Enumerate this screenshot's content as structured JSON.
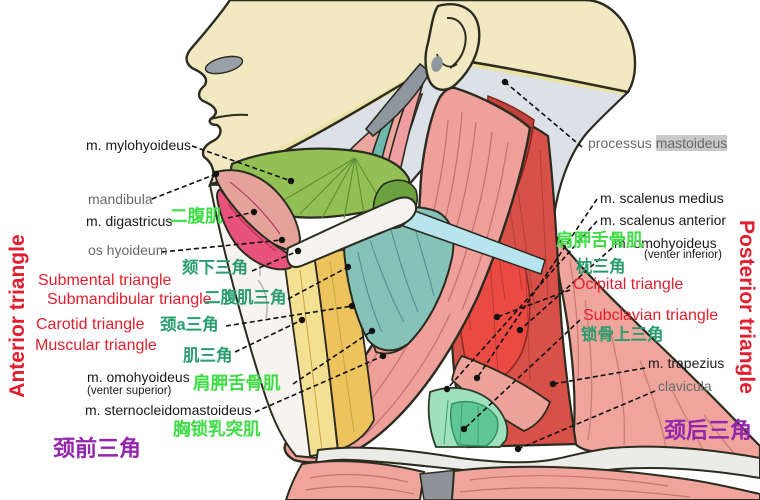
{
  "figure": {
    "subject": "Triangles of the neck — lateral anatomical diagram",
    "colors": {
      "label_black": "#1a1a1a",
      "label_gray": "#6a6a6a",
      "label_red": "#e11f2e",
      "label_teal": "#2a9d6f",
      "label_green": "#3fdd45",
      "label_purple": "#9326ad",
      "mastoideus_highlight": "#c9c9c9",
      "skin_cream": "#f2e9c2",
      "bone_gray": "#dce0e7",
      "scm_pink": "#efa09a",
      "deep_red": "#d85149",
      "mylohyoid_green": "#93c055",
      "omohyoid_teal": "#85c2ba",
      "strap_gold": "#edc35d",
      "subclavian_mint": "#9fe0bd"
    }
  },
  "labels": {
    "left": {
      "mylohyoideus": "m. mylohyoideus",
      "mandibula": "mandibula",
      "digastricus": "m. digastricus",
      "digastricus_zh": "二腹肌",
      "os_hyoideum": "os hyoideum",
      "submental": "Submental triangle",
      "submental_zh": "颏下三角",
      "submandibular": "Submandibular triangle",
      "submandibular_zh": "二腹肌三角",
      "carotid": "Carotid triangle",
      "carotid_zh": "颈a三角",
      "muscular": "Muscular triangle",
      "muscular_zh": "肌三角",
      "omohyoideus": "m. omohyoideus",
      "omohyoideus_sub": "(venter superior)",
      "omohyoideus_zh": "肩胛舌骨肌",
      "sternocleidomastoideus": "m. sternocleidomastoideus",
      "sternocleidomastoideus_zh": "胸锁乳突肌",
      "anterior_triangle_zh": "颈前三角",
      "anterior_triangle_vertical": "Anterior triangle"
    },
    "right": {
      "processus": "processus",
      "mastoideus": "mastoideus",
      "scalenus_medius": "m. scalenus medius",
      "scalenus_anterior": "m. scalenus anterior",
      "omohyoideus_zh": "肩胛舌骨肌",
      "omohyoideus": "m. omohyoideus",
      "omohyoideus_sub": "(venter inferior)",
      "occipital_zh": "枕三角",
      "occipital": "Ocipital triangle",
      "subclavian": "Subclavian triangle",
      "subclavian_zh": "锁骨上三角",
      "trapezius": "m. trapezius",
      "clavicula": "clavicula",
      "posterior_triangle_zh": "颈后三角",
      "posterior_triangle_vertical": "Posterior triangle"
    }
  }
}
